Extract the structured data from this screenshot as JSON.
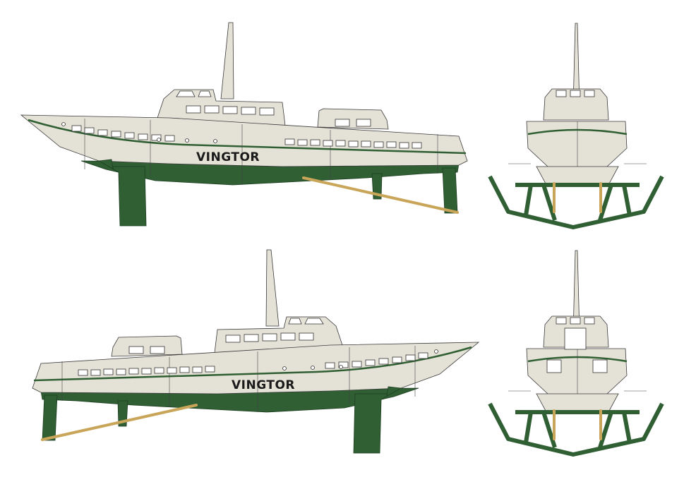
{
  "views": [
    {
      "id": "side-starboard",
      "hull_name": "VINGTOR"
    },
    {
      "id": "front"
    },
    {
      "id": "side-port",
      "hull_name": "VINGTOR"
    },
    {
      "id": "rear"
    }
  ],
  "colors": {
    "hull": "#e4e1d6",
    "bottom": "#2f5f33",
    "foil_rod": "#c9a55a",
    "background": "#ffffff"
  }
}
